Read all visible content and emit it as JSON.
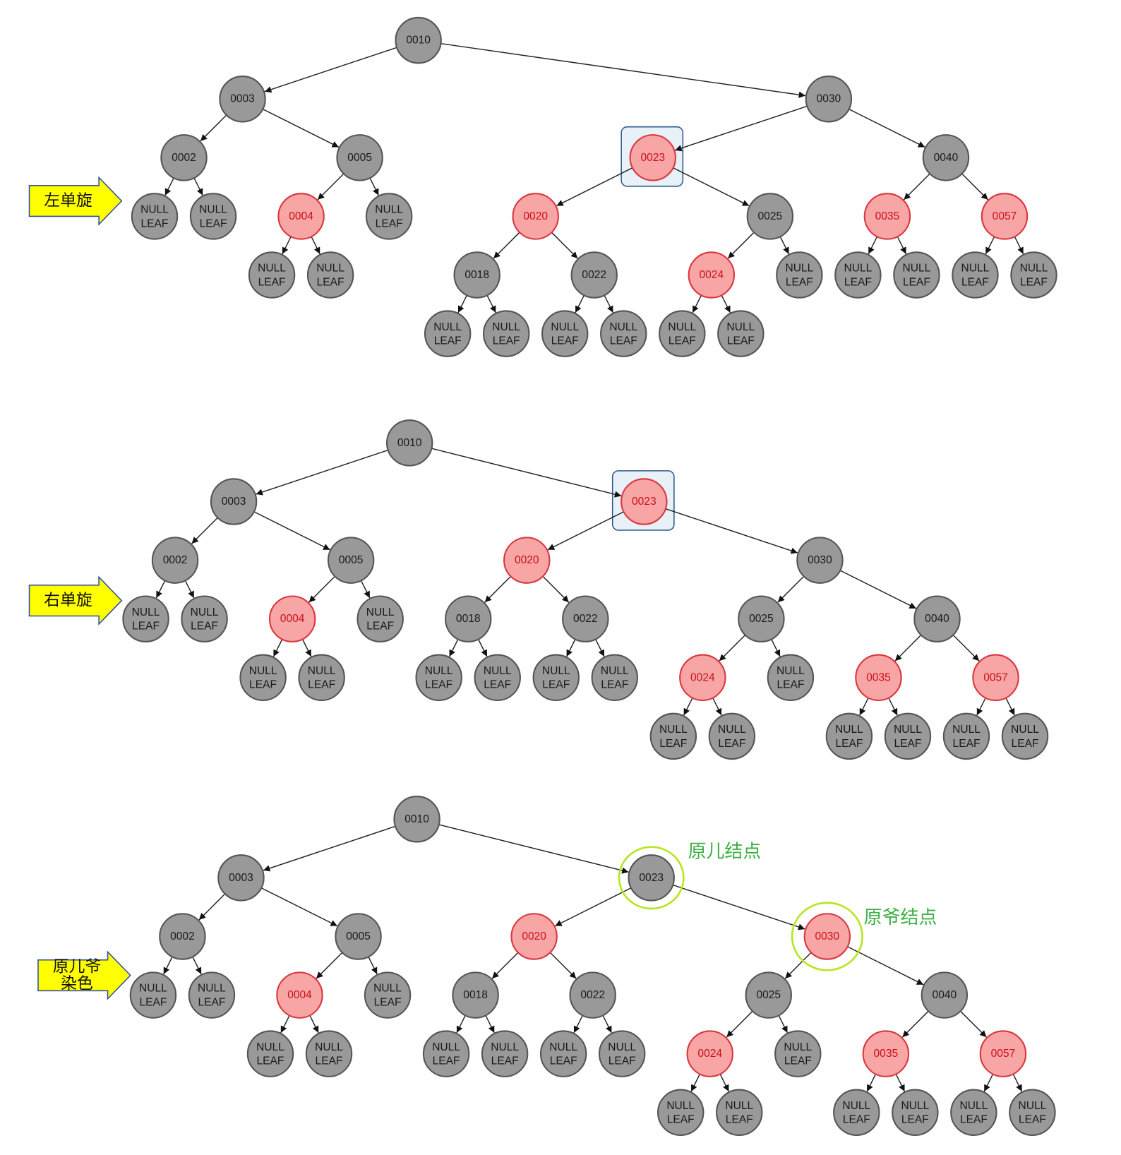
{
  "colors": {
    "black_fill": "#999999",
    "black_stroke": "#555555",
    "red_fill": "#f8a5a5",
    "red_stroke": "#d9363e",
    "red_text": "#c8101a",
    "highlight_box": "#2c5a8a",
    "green_ring": "#b5e61d",
    "green_text": "#3cb043",
    "arrow_fill": "#ffff00",
    "arrow_stroke": "#3050a0"
  },
  "panels": [
    {
      "callout": [
        "左单旋"
      ],
      "highlight_box": "0023",
      "green_rings": [],
      "tree": {
        "l": "0010",
        "c": "b",
        "L": {
          "l": "0003",
          "c": "b",
          "L": {
            "l": "0002",
            "c": "b",
            "L": {
              "l": "NULL LEAF"
            },
            "R": {
              "l": "NULL LEAF"
            }
          },
          "R": {
            "l": "0005",
            "c": "b",
            "L": {
              "l": "0004",
              "c": "r",
              "L": {
                "l": "NULL LEAF"
              },
              "R": {
                "l": "NULL LEAF"
              }
            },
            "R": {
              "l": "NULL LEAF"
            }
          }
        },
        "R": {
          "l": "0030",
          "c": "b",
          "L": {
            "l": "0023",
            "c": "r",
            "L": {
              "l": "0020",
              "c": "r",
              "L": {
                "l": "0018",
                "c": "b",
                "L": {
                  "l": "NULL LEAF"
                },
                "R": {
                  "l": "NULL LEAF"
                }
              },
              "R": {
                "l": "0022",
                "c": "b",
                "L": {
                  "l": "NULL LEAF"
                },
                "R": {
                  "l": "NULL LEAF"
                }
              }
            },
            "R": {
              "l": "0025",
              "c": "b",
              "L": {
                "l": "0024",
                "c": "r",
                "L": {
                  "l": "NULL LEAF"
                },
                "R": {
                  "l": "NULL LEAF"
                }
              },
              "R": {
                "l": "NULL LEAF"
              }
            }
          },
          "R": {
            "l": "0040",
            "c": "b",
            "L": {
              "l": "0035",
              "c": "r",
              "L": {
                "l": "NULL LEAF"
              },
              "R": {
                "l": "NULL LEAF"
              }
            },
            "R": {
              "l": "0057",
              "c": "r",
              "L": {
                "l": "NULL LEAF"
              },
              "R": {
                "l": "NULL LEAF"
              }
            }
          }
        }
      }
    },
    {
      "callout": [
        "右单旋"
      ],
      "highlight_box": "0023",
      "green_rings": [],
      "tree": {
        "l": "0010",
        "c": "b",
        "L": {
          "l": "0003",
          "c": "b",
          "L": {
            "l": "0002",
            "c": "b",
            "L": {
              "l": "NULL LEAF"
            },
            "R": {
              "l": "NULL LEAF"
            }
          },
          "R": {
            "l": "0005",
            "c": "b",
            "L": {
              "l": "0004",
              "c": "r",
              "L": {
                "l": "NULL LEAF"
              },
              "R": {
                "l": "NULL LEAF"
              }
            },
            "R": {
              "l": "NULL LEAF"
            }
          }
        },
        "R": {
          "l": "0023",
          "c": "r",
          "L": {
            "l": "0020",
            "c": "r",
            "L": {
              "l": "0018",
              "c": "b",
              "L": {
                "l": "NULL LEAF"
              },
              "R": {
                "l": "NULL LEAF"
              }
            },
            "R": {
              "l": "0022",
              "c": "b",
              "L": {
                "l": "NULL LEAF"
              },
              "R": {
                "l": "NULL LEAF"
              }
            }
          },
          "R": {
            "l": "0030",
            "c": "b",
            "L": {
              "l": "0025",
              "c": "b",
              "L": {
                "l": "0024",
                "c": "r",
                "L": {
                  "l": "NULL LEAF"
                },
                "R": {
                  "l": "NULL LEAF"
                }
              },
              "R": {
                "l": "NULL LEAF"
              }
            },
            "R": {
              "l": "0040",
              "c": "b",
              "L": {
                "l": "0035",
                "c": "r",
                "L": {
                  "l": "NULL LEAF"
                },
                "R": {
                  "l": "NULL LEAF"
                }
              },
              "R": {
                "l": "0057",
                "c": "r",
                "L": {
                  "l": "NULL LEAF"
                },
                "R": {
                  "l": "NULL LEAF"
                }
              }
            }
          }
        }
      }
    },
    {
      "callout": [
        "原儿爷",
        "染色"
      ],
      "highlight_box": null,
      "green_rings": [
        {
          "node": "0023",
          "label": "原儿结点"
        },
        {
          "node": "0030",
          "label": "原爷结点"
        }
      ],
      "tree": {
        "l": "0010",
        "c": "b",
        "L": {
          "l": "0003",
          "c": "b",
          "L": {
            "l": "0002",
            "c": "b",
            "L": {
              "l": "NULL LEAF"
            },
            "R": {
              "l": "NULL LEAF"
            }
          },
          "R": {
            "l": "0005",
            "c": "b",
            "L": {
              "l": "0004",
              "c": "r",
              "L": {
                "l": "NULL LEAF"
              },
              "R": {
                "l": "NULL LEAF"
              }
            },
            "R": {
              "l": "NULL LEAF"
            }
          }
        },
        "R": {
          "l": "0023",
          "c": "b",
          "L": {
            "l": "0020",
            "c": "r",
            "L": {
              "l": "0018",
              "c": "b",
              "L": {
                "l": "NULL LEAF"
              },
              "R": {
                "l": "NULL LEAF"
              }
            },
            "R": {
              "l": "0022",
              "c": "b",
              "L": {
                "l": "NULL LEAF"
              },
              "R": {
                "l": "NULL LEAF"
              }
            }
          },
          "R": {
            "l": "0030",
            "c": "r",
            "L": {
              "l": "0025",
              "c": "b",
              "L": {
                "l": "0024",
                "c": "r",
                "L": {
                  "l": "NULL LEAF"
                },
                "R": {
                  "l": "NULL LEAF"
                }
              },
              "R": {
                "l": "NULL LEAF"
              }
            },
            "R": {
              "l": "0040",
              "c": "b",
              "L": {
                "l": "0035",
                "c": "r",
                "L": {
                  "l": "NULL LEAF"
                },
                "R": {
                  "l": "NULL LEAF"
                }
              },
              "R": {
                "l": "0057",
                "c": "r",
                "L": {
                  "l": "NULL LEAF"
                },
                "R": {
                  "l": "NULL LEAF"
                }
              }
            }
          }
        }
      }
    }
  ]
}
